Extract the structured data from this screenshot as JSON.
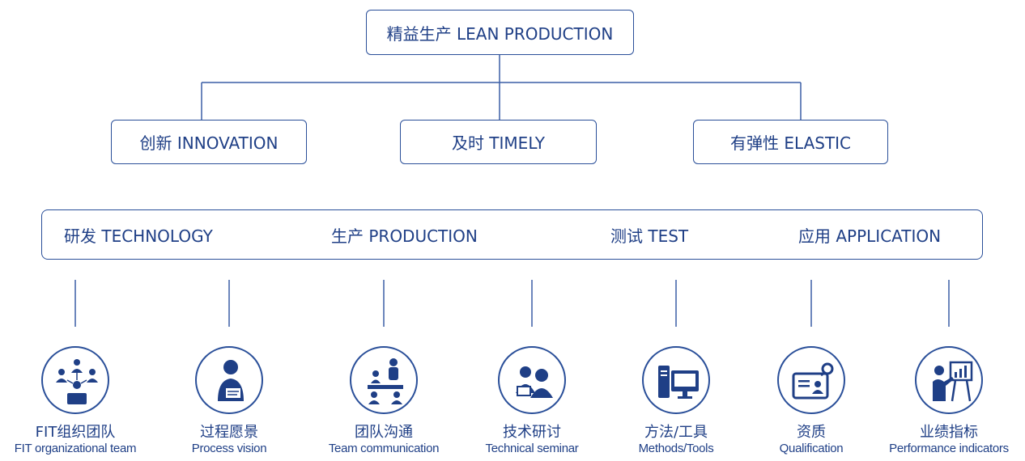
{
  "root": {
    "label": "精益生产 LEAN PRODUCTION"
  },
  "principles": [
    {
      "label": "创新 INNOVATION"
    },
    {
      "label": "及时 TIMELY"
    },
    {
      "label": "有弹性 ELASTIC"
    }
  ],
  "categories": [
    {
      "label": "研发 TECHNOLOGY"
    },
    {
      "label": "生产 PRODUCTION"
    },
    {
      "label": "测试 TEST"
    },
    {
      "label": "应用 APPLICATION"
    }
  ],
  "items": [
    {
      "cn": "FIT组织团队",
      "en": "FIT organizational team",
      "icon": "team-network-icon"
    },
    {
      "cn": "过程愿景",
      "en": "Process vision",
      "icon": "person-thinking-icon"
    },
    {
      "cn": "团队沟通",
      "en": "Team communication",
      "icon": "meeting-icon"
    },
    {
      "cn": "技术研讨",
      "en": "Technical seminar",
      "icon": "seminar-icon"
    },
    {
      "cn": "方法/工具",
      "en": "Methods/Tools",
      "icon": "computer-icon"
    },
    {
      "cn": "资质",
      "en": "Qualification",
      "icon": "id-card-icon"
    },
    {
      "cn": "业绩指标",
      "en": "Performance indicators",
      "icon": "presentation-chart-icon"
    }
  ],
  "colors": {
    "primary": "#1f3f86",
    "line": "#2a4f99"
  }
}
